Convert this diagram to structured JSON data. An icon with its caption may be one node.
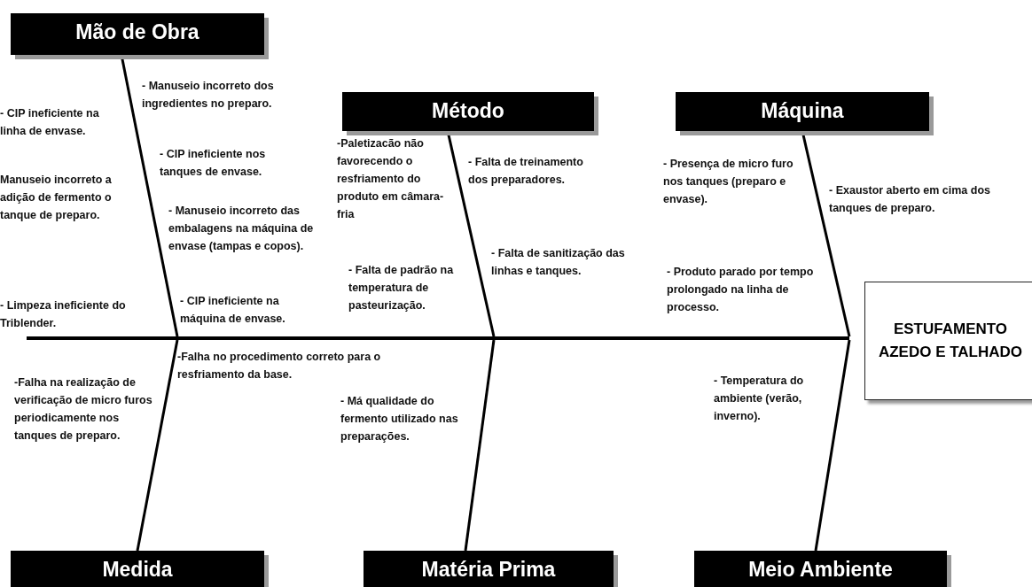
{
  "diagram": {
    "nodes": [
      {
        "text": [
          "Mão de Obra"
        ]
      },
      {
        "text": [
          "Método"
        ]
      },
      {
        "text": [
          "Máquina"
        ]
      },
      {
        "text": [
          "ESTUFAMENTO AZEDO E TALHADO"
        ]
      },
      {
        "text": [],
        "shape": "bar"
      },
      {
        "text": [
          "Medida"
        ]
      },
      {
        "text": [
          "Matéria Prima"
        ]
      },
      {
        "text": [
          "Meio Ambiente"
        ]
      }
    ],
    "edges": [
      {
        "from": 0,
        "to": 4,
        "arrow": "none"
      },
      {
        "from": 1,
        "to": 4,
        "arrow": "none"
      },
      {
        "from": 2,
        "to": 4,
        "arrow": "none"
      },
      {
        "from": 5,
        "to": 4,
        "arrow": "none"
      },
      {
        "from": 6,
        "to": 4,
        "arrow": "none"
      },
      {
        "from": 7,
        "to": 4,
        "arrow": "none"
      }
    ],
    "labels": [
      "- Manuseio incorreto dos ingredientes no preparo.",
      "- CIP ineficiente na linha de envase.",
      "-Paletizacão não favorecendo o resfriamento do produto em câmara-fria",
      "- CIP ineficiente nos tanques de envase.",
      "- Falta de treinamento dos preparadores.",
      "- Presença de micro furo nos tanques (preparo e envase).",
      "Manuseio incorreto a adição de fermento o tanque de preparo.",
      "- Exaustor aberto em cima dos tanques de preparo.",
      "- Manuseio incorreto das embalagens na máquina de envase (tampas e copos).",
      "- Falta de sanitização das linhas e tanques.",
      "- Falta de padrão na temperatura de pasteurização.",
      "- Produto parado por tempo prolongado na linha de processo.",
      "- CIP ineficiente na máquina de envase.",
      "- Limpeza ineficiente do Triblender.",
      "-Falha no procedimento correto para o resfriamento da base.",
      "-Falha na realização de verificação de micro furos periodicamente nos tanques de preparo.",
      "- Temperatura do ambiente (verão, inverno).",
      "- Má qualidade do fermento utilizado nas preparações."
    ]
  }
}
